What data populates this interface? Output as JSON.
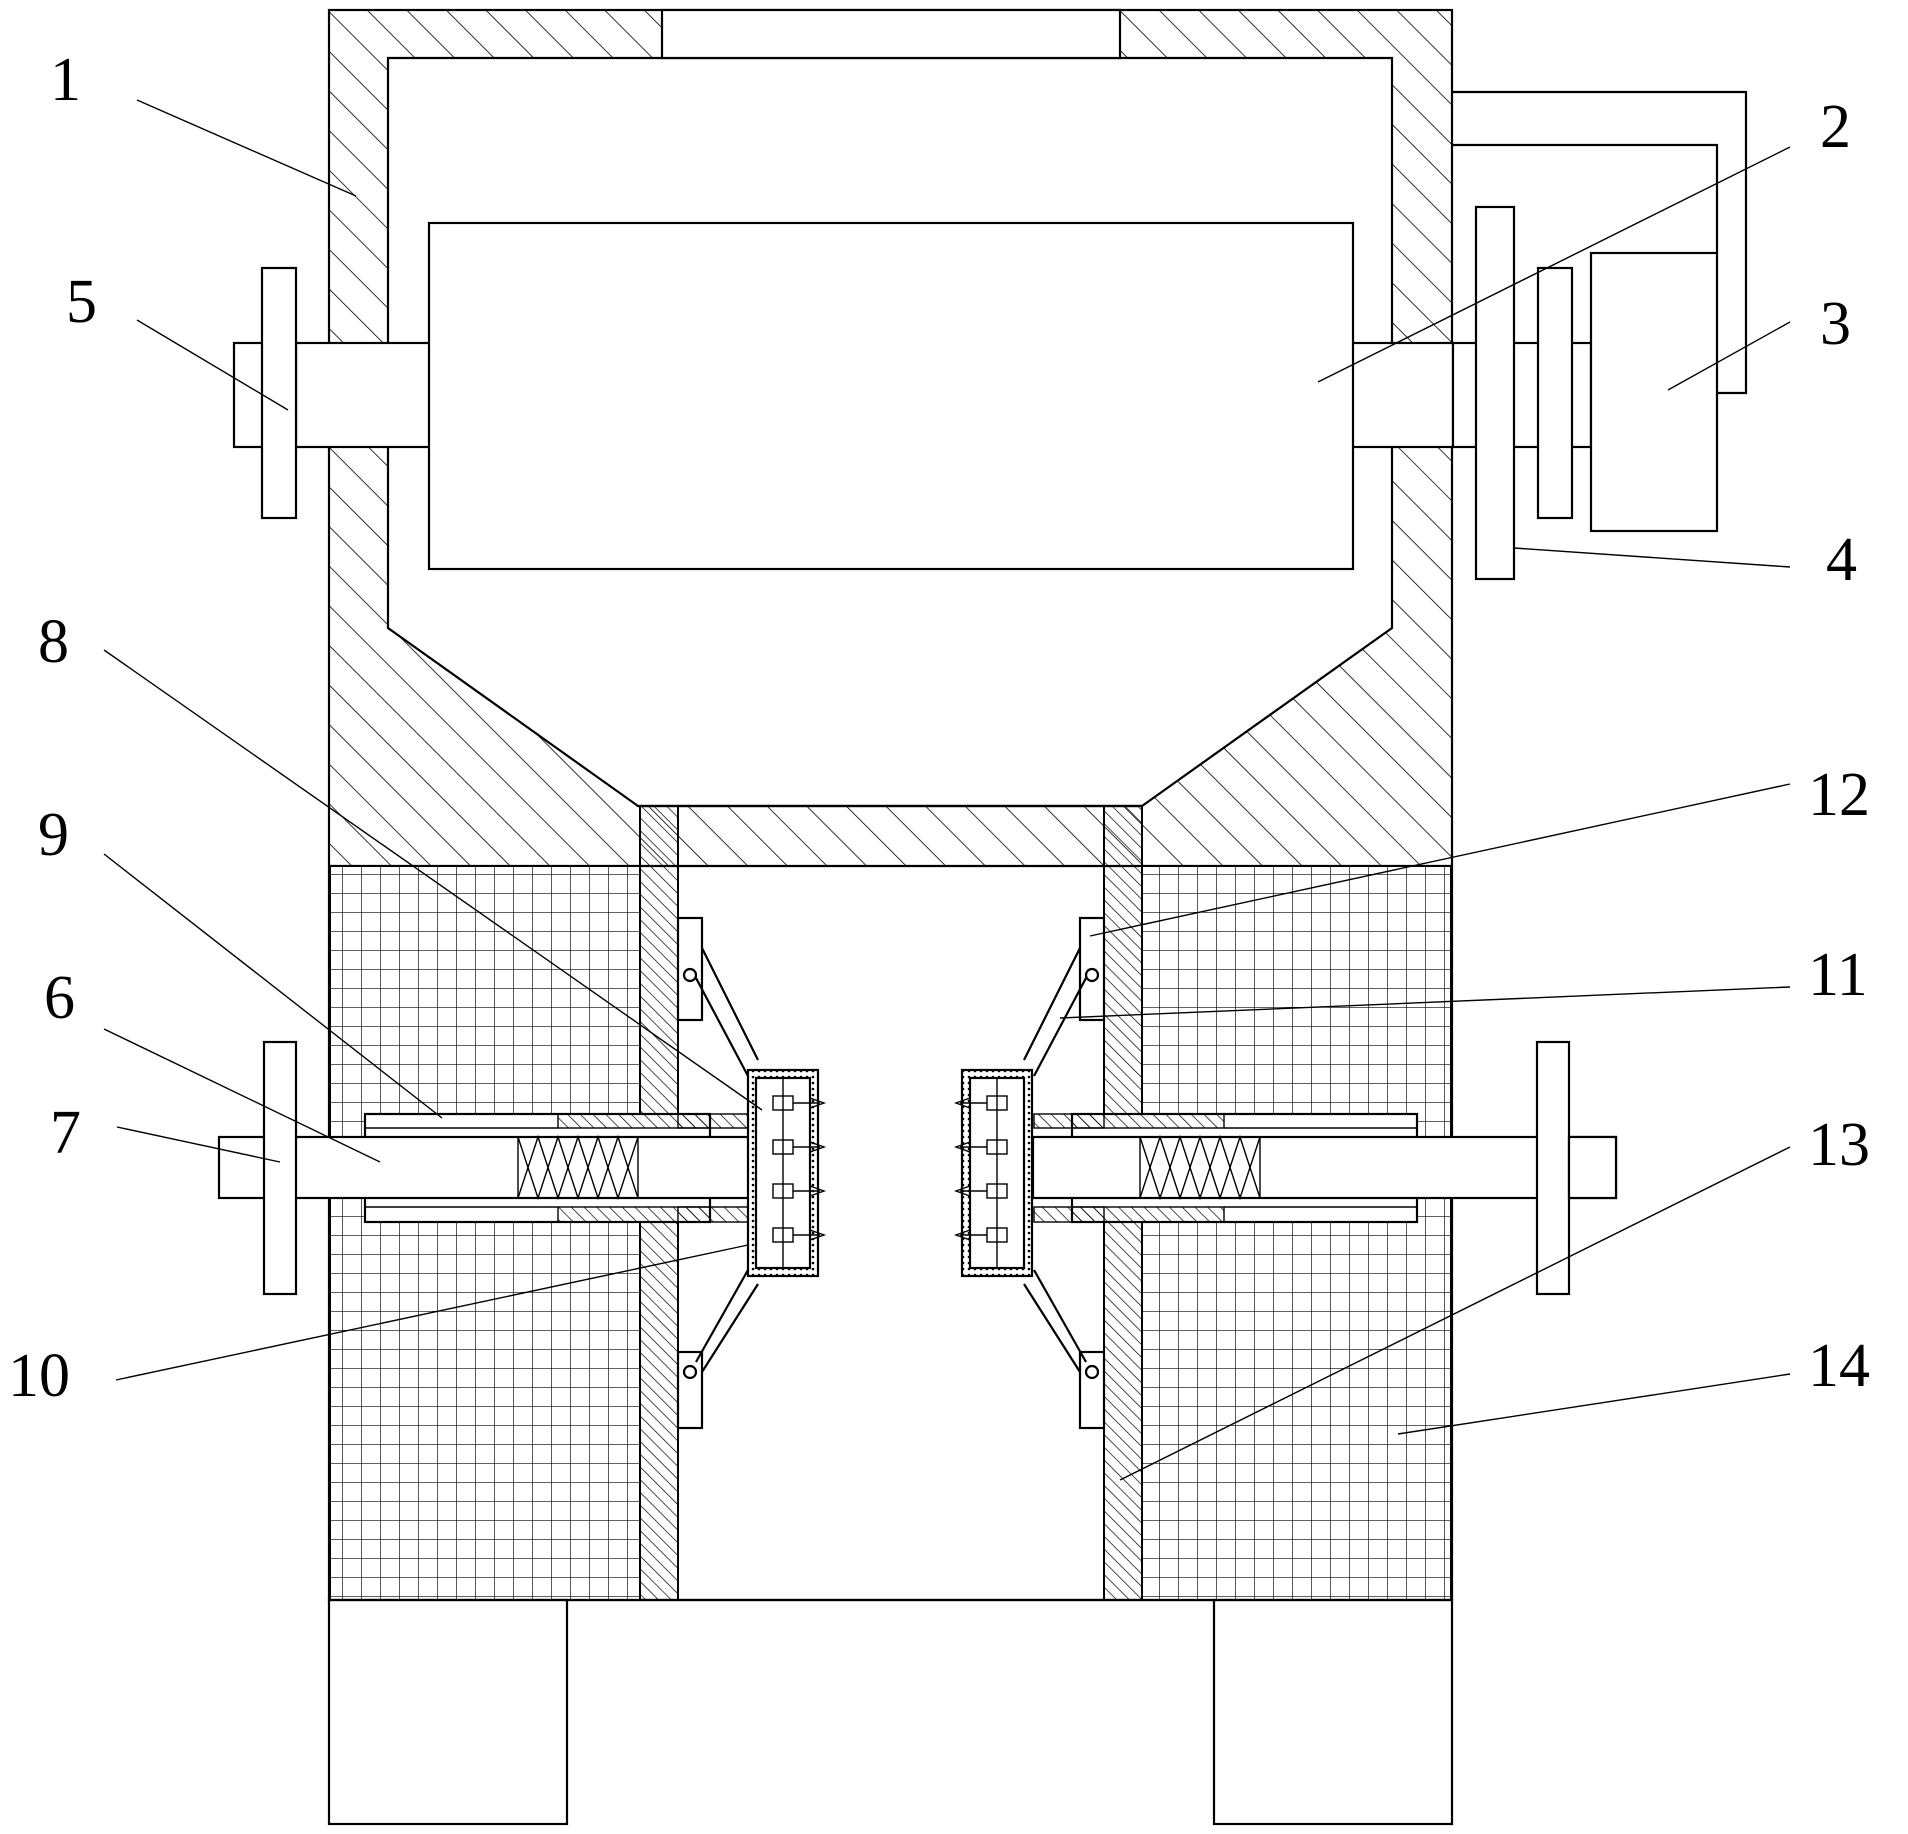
{
  "labels": [
    {
      "id": "1",
      "text": "1"
    },
    {
      "id": "2",
      "text": "2"
    },
    {
      "id": "3",
      "text": "3"
    },
    {
      "id": "4",
      "text": "4"
    },
    {
      "id": "5",
      "text": "5"
    },
    {
      "id": "6",
      "text": "6"
    },
    {
      "id": "7",
      "text": "7"
    },
    {
      "id": "8",
      "text": "8"
    },
    {
      "id": "9",
      "text": "9"
    },
    {
      "id": "10",
      "text": "10"
    },
    {
      "id": "11",
      "text": "11"
    },
    {
      "id": "12",
      "text": "12"
    },
    {
      "id": "13",
      "text": "13"
    },
    {
      "id": "14",
      "text": "14"
    }
  ],
  "colors": {
    "line": "#000000",
    "background": "#ffffff"
  }
}
